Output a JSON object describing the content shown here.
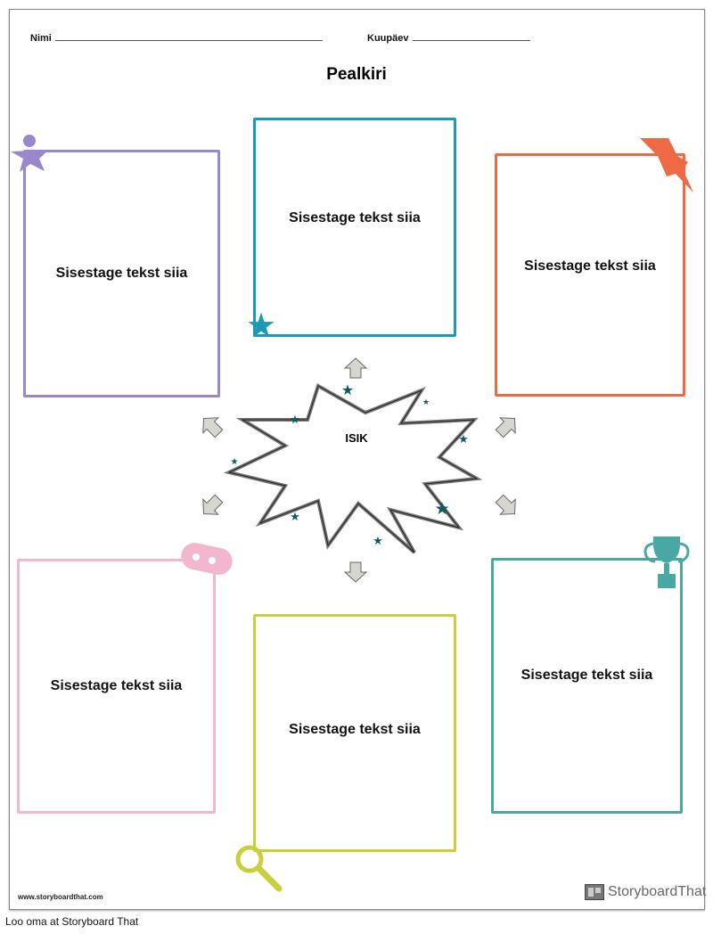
{
  "header": {
    "name_label": "Nimi",
    "date_label": "Kuupäev",
    "title": "Pealkiri"
  },
  "center": {
    "label": "ISIK"
  },
  "boxes": [
    {
      "text": "Sisestage tekst siia",
      "color": "#9a88cc",
      "icon": "person-icon"
    },
    {
      "text": "Sisestage tekst siia",
      "color": "#1b9ab8",
      "icon": "star-icon"
    },
    {
      "text": "Sisestage tekst siia",
      "color": "#ee6a45",
      "icon": "lightning-icon"
    },
    {
      "text": "Sisestage tekst siia",
      "color": "#f2b6cf",
      "icon": "key-tag-icon"
    },
    {
      "text": "Sisestage tekst siia",
      "color": "#c9d13a",
      "icon": "magnifier-icon"
    },
    {
      "text": "Sisestage tekst siia",
      "color": "#4aa8a4",
      "icon": "trophy-icon"
    }
  ],
  "footer": {
    "url": "www.storyboardthat.com",
    "brand": "StoryboardThat",
    "caption": "Loo oma at Storyboard That"
  }
}
